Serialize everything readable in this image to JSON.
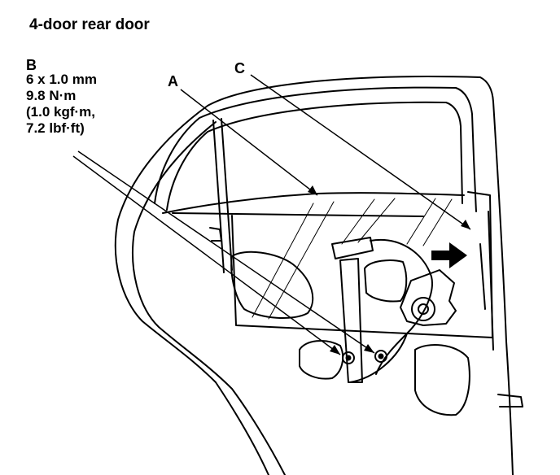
{
  "title": "4-door rear door",
  "callouts": {
    "a": "A",
    "b": "B",
    "c": "C"
  },
  "spec_b": {
    "bolt": "6 x 1.0 mm",
    "torque_nm": "9.8 N·m",
    "torque_kgf": "(1.0 kgf·m,",
    "torque_lbf": "7.2 lbf·ft)"
  },
  "colors": {
    "line": "#000000",
    "background": "#ffffff"
  }
}
